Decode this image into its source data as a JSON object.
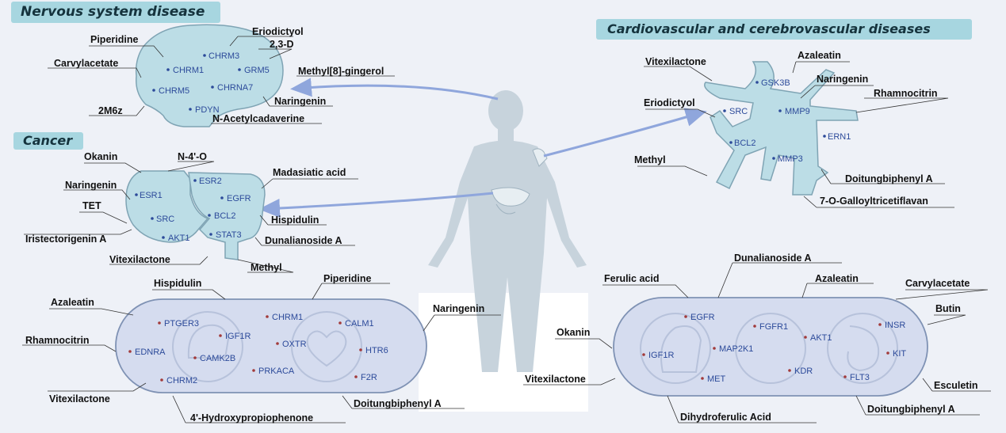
{
  "colors": {
    "background": "#eef1f7",
    "panel_fill": "#bcdde6",
    "panel_stroke": "#7fa4b4",
    "capsule_fill": "#d5dcef",
    "capsule_stroke": "#7f92b4",
    "arrow": "#8fa6dc",
    "body": "#c7d3dc",
    "gene_dot_blue": "#2c4a9a",
    "gene_dot_red": "#a23a3a",
    "tag": "#a7d6e0"
  },
  "titles": {
    "nervous": "Nervous system disease",
    "cardio": "Cardiovascular and cerebrovascular diseases",
    "cancer": "Cancer"
  },
  "brain": {
    "genes": [
      "CHRM3",
      "CHRM1",
      "GRM5",
      "CHRM5",
      "CHRNA7",
      "PDYN"
    ],
    "compounds": [
      "Piperidine",
      "Eriodictyol",
      "2,3-D",
      "Carvylacetate",
      "Methyl[8]-gingerol",
      "Naringenin",
      "2M6z",
      "N-Acetylcadaverine"
    ]
  },
  "heart": {
    "genes": [
      "GSK3B",
      "SRC",
      "MMP9",
      "ERN1",
      "BCL2",
      "MMP3"
    ],
    "compounds": [
      "Vitexilactone",
      "Azaleatin",
      "Naringenin",
      "Rhamnocitrin",
      "Eriodictyol",
      "Methyl",
      "Doitungbiphenyl A",
      "7-O-Galloyltricetiflavan"
    ]
  },
  "cancer": {
    "genes": [
      "ESR2",
      "ESR1",
      "EGFR",
      "SRC",
      "BCL2",
      "AKT1",
      "STAT3"
    ],
    "compounds": [
      "Okanin",
      "N-4'-O",
      "Madasiatic acid",
      "Naringenin",
      "TET",
      "Hispidulin",
      "Iristectorigenin A",
      "Dunalianoside A",
      "Vitexilactone",
      "Methyl"
    ]
  },
  "capsule_left": {
    "genes": [
      "PTGER3",
      "CHRM1",
      "CALM1",
      "IGF1R",
      "OXTR",
      "EDNRA",
      "HTR6",
      "CAMK2B",
      "PRKACA",
      "F2R",
      "CHRM2"
    ],
    "compounds": [
      "Hispidulin",
      "Piperidine",
      "Azaleatin",
      "Naringenin",
      "Rhamnocitrin",
      "Vitexilactone",
      "Doitungbiphenyl A",
      "4'-Hydroxypropiophenone"
    ]
  },
  "capsule_right": {
    "genes": [
      "EGFR",
      "FGFR1",
      "INSR",
      "AKT1",
      "IGF1R",
      "MAP2K1",
      "KIT",
      "KDR",
      "MET",
      "FLT3"
    ],
    "compounds": [
      "Dunalianoside A",
      "Ferulic acid",
      "Azaleatin",
      "Carvylacetate",
      "Butin",
      "Okanin",
      "Vitexilactone",
      "Esculetin",
      "Doitungbiphenyl A",
      "Dihydroferulic Acid"
    ]
  }
}
